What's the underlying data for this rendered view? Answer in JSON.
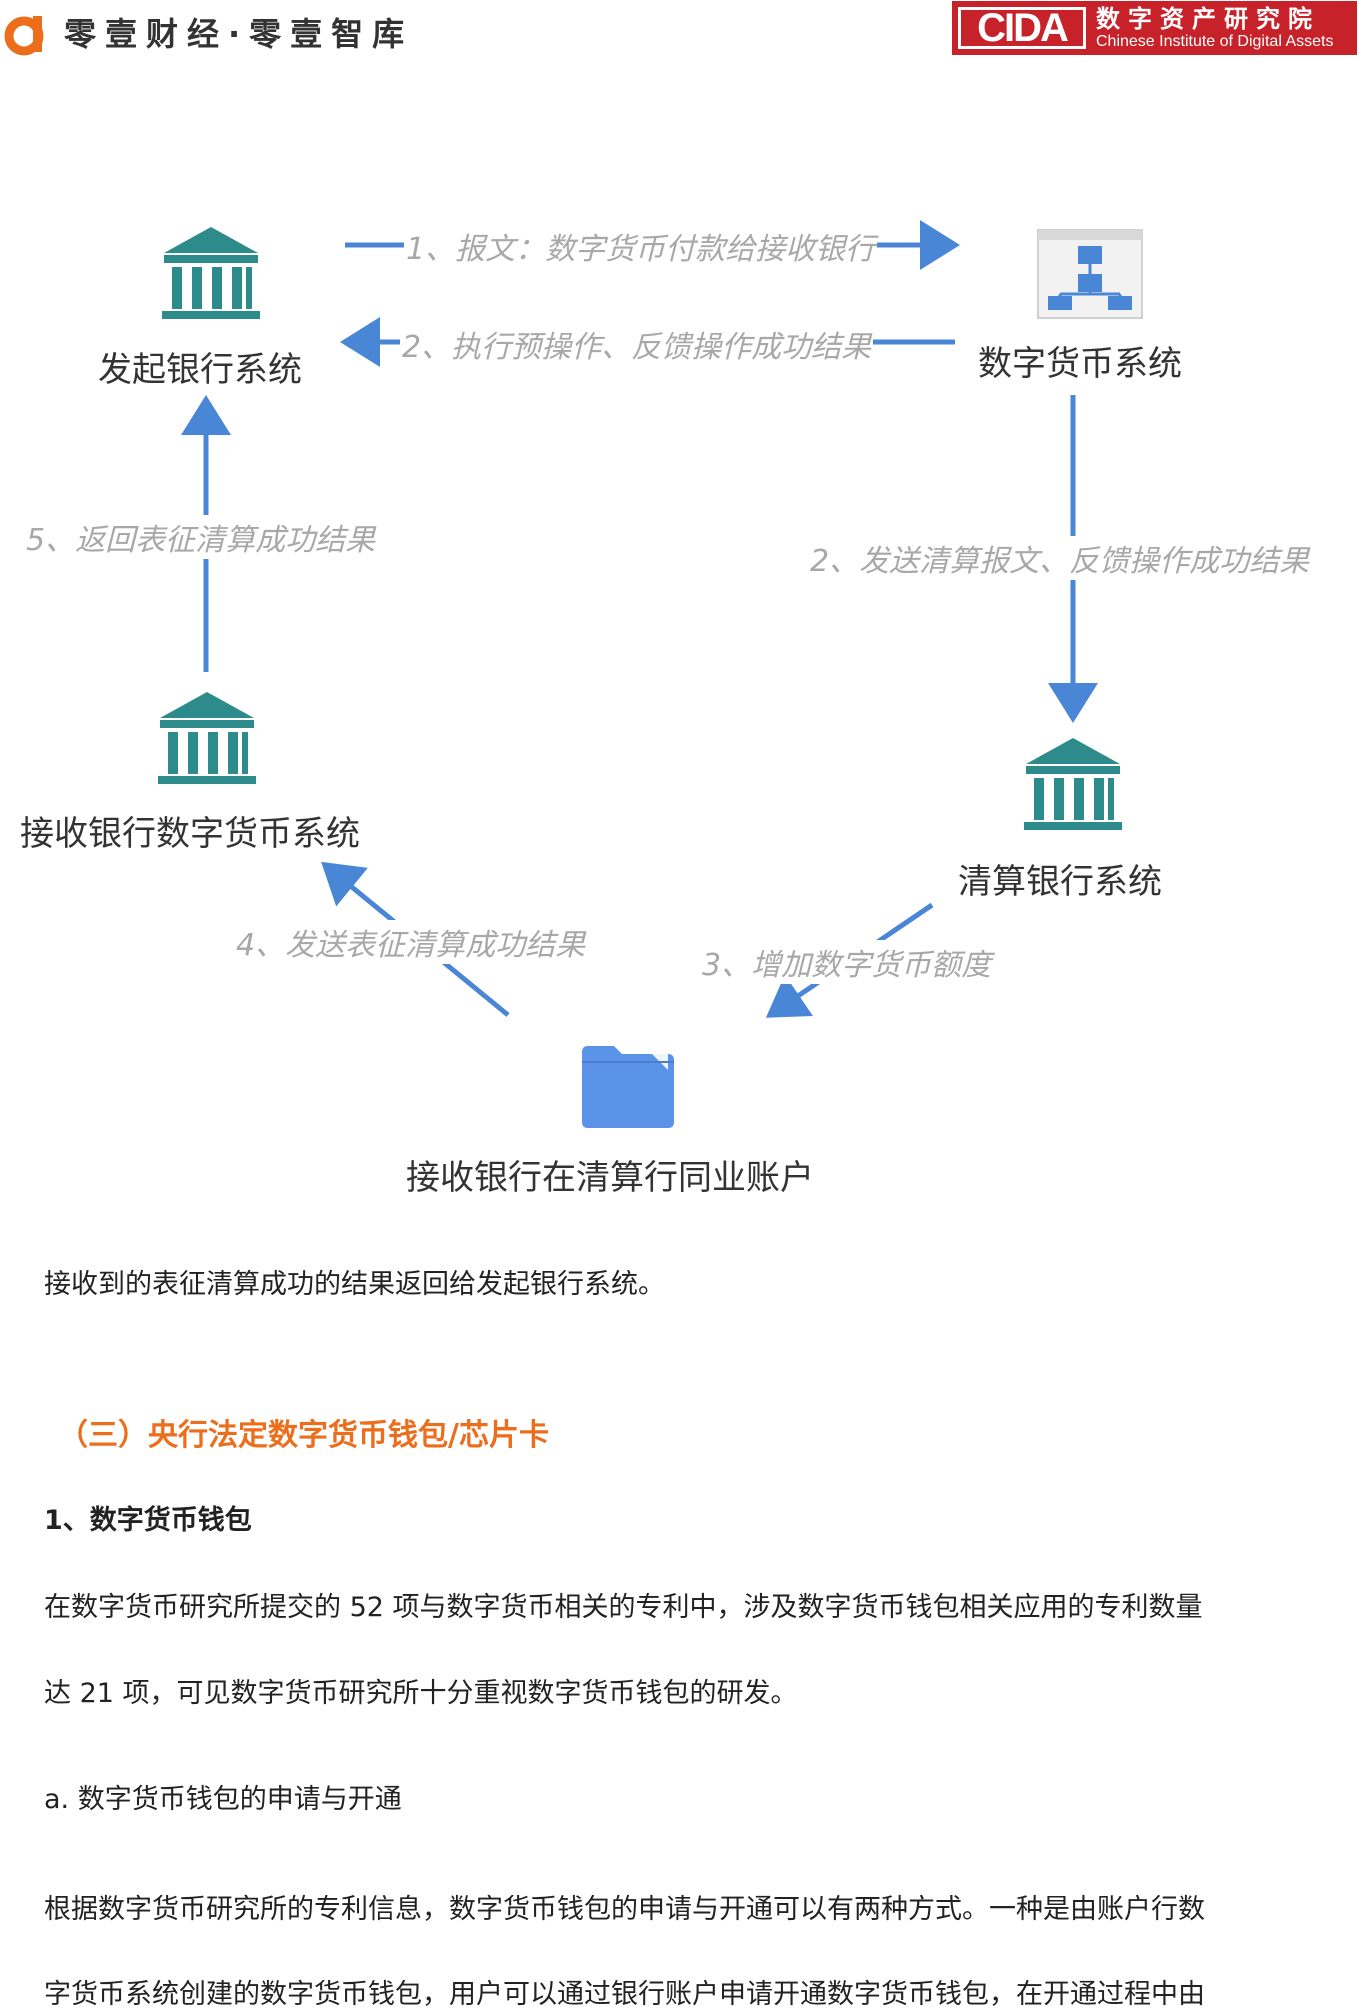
{
  "header": {
    "brand_name": "零壹财经·零壹智库",
    "org_logo": "CIDA",
    "org_name_cn": "数字资产研究院",
    "org_name_en": "Chinese Institute of Digital Assets",
    "brand_color": "#ec6e1c",
    "org_color": "#c7222a"
  },
  "diagram": {
    "nodes": {
      "origin_bank": "发起银行系统",
      "dc_system": "数字货币系统",
      "receiver_bank": "接收银行数字货币系统",
      "clearing_bank": "清算银行系统",
      "interbank_account": "接收银行在清算行同业账户"
    },
    "edges": {
      "e1": "1、报文：数字货币付款给接收银行",
      "e2a": "2、执行预操作、反馈操作成功结果",
      "e2b": "2、发送清算报文、反馈操作成功结果",
      "e3": "3、增加数字货币额度",
      "e4": "4、发送表征清算成功结果",
      "e5": "5、返回表征清算成功结果"
    },
    "icons": {
      "bank": "bank-building-icon",
      "system": "org-chart-icon",
      "account": "folder-icon"
    },
    "colors": {
      "arrow": "#4a86d6",
      "bank_icon": "#2e8b8b",
      "folder": "#5b93e8"
    }
  },
  "body": {
    "para1": "接收到的表征清算成功的结果返回给发起银行系统。",
    "section_title": "（三）央行法定数字货币钱包/芯片卡",
    "subsection_title": "1、数字货币钱包",
    "para2_line1": "在数字货币研究所提交的 52 项与数字货币相关的专利中，涉及数字货币钱包相关应用的专利数量",
    "para2_line2": "达 21 项，可见数字货币研究所十分重视数字货币钱包的研发。",
    "item_a": "a. 数字货币钱包的申请与开通",
    "para3_line1": "根据数字货币研究所的专利信息，数字货币钱包的申请与开通可以有两种方式。一种是由账户行数",
    "para3_line2": "字货币系统创建的数字货币钱包，用户可以通过银行账户申请开通数字货币钱包，在开通过程中由"
  }
}
